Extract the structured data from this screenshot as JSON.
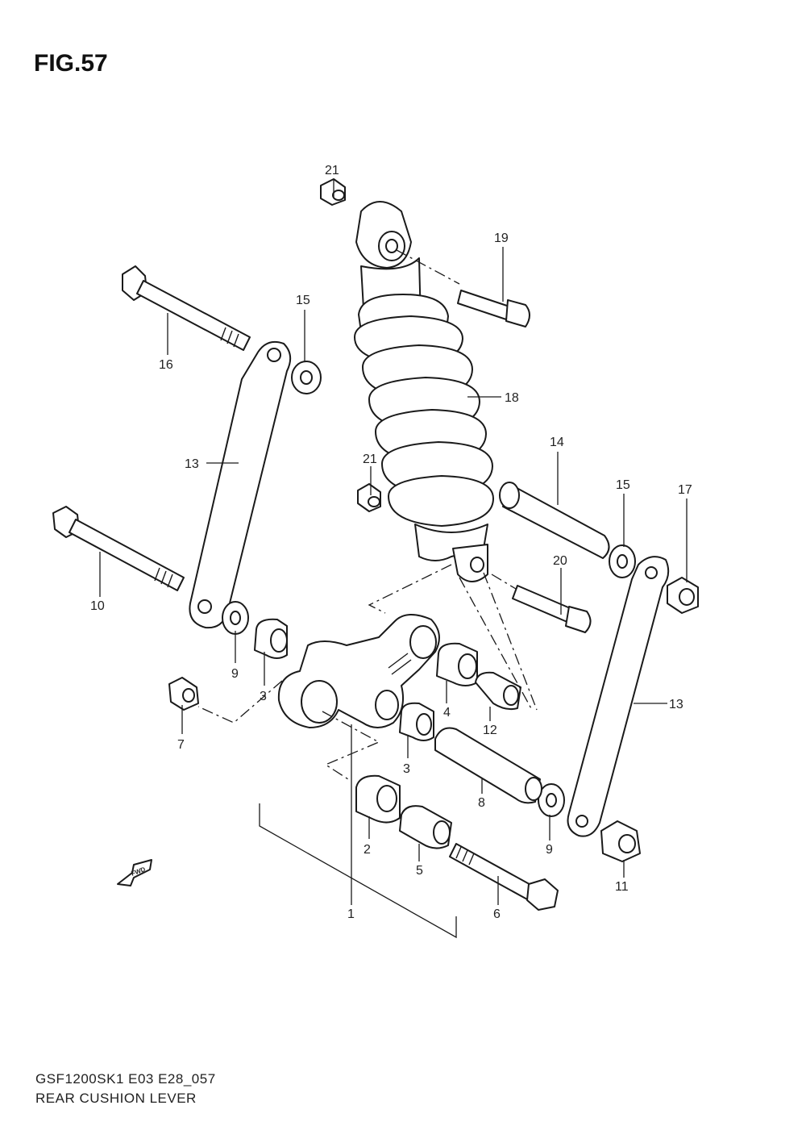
{
  "figure": {
    "title": "FIG.57",
    "model_code": "GSF1200SK1 E03 E28_057",
    "caption": "REAR CUSHION LEVER"
  },
  "fwd_badge": "FWD",
  "callouts": [
    {
      "id": "c1",
      "number": "1"
    },
    {
      "id": "c2",
      "number": "2"
    },
    {
      "id": "c3a",
      "number": "3"
    },
    {
      "id": "c3b",
      "number": "3"
    },
    {
      "id": "c4",
      "number": "4"
    },
    {
      "id": "c5",
      "number": "5"
    },
    {
      "id": "c6",
      "number": "6"
    },
    {
      "id": "c7",
      "number": "7"
    },
    {
      "id": "c8",
      "number": "8"
    },
    {
      "id": "c9a",
      "number": "9"
    },
    {
      "id": "c9b",
      "number": "9"
    },
    {
      "id": "c10",
      "number": "10"
    },
    {
      "id": "c11",
      "number": "11"
    },
    {
      "id": "c12",
      "number": "12"
    },
    {
      "id": "c13a",
      "number": "13"
    },
    {
      "id": "c13b",
      "number": "13"
    },
    {
      "id": "c14",
      "number": "14"
    },
    {
      "id": "c15a",
      "number": "15"
    },
    {
      "id": "c15b",
      "number": "15"
    },
    {
      "id": "c16",
      "number": "16"
    },
    {
      "id": "c17",
      "number": "17"
    },
    {
      "id": "c18",
      "number": "18"
    },
    {
      "id": "c19",
      "number": "19"
    },
    {
      "id": "c20",
      "number": "20"
    },
    {
      "id": "c21a",
      "number": "21"
    },
    {
      "id": "c21b",
      "number": "21"
    }
  ]
}
